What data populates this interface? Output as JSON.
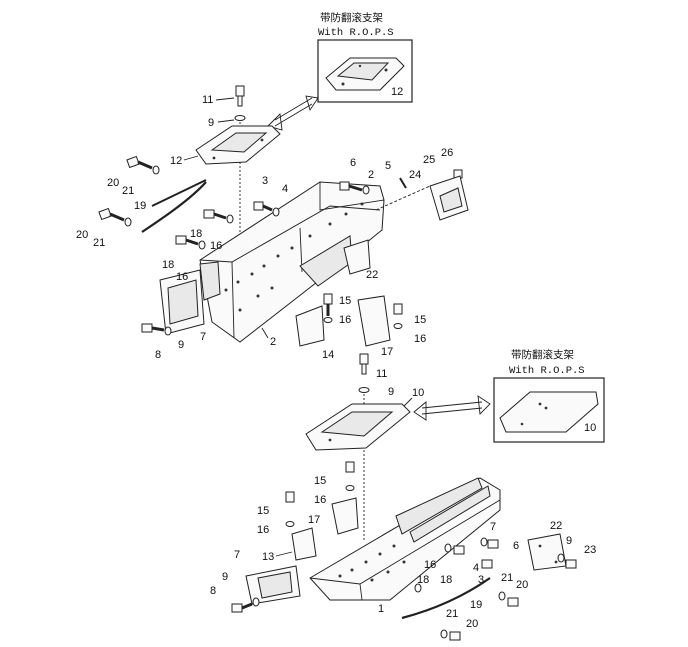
{
  "titles": {
    "rops_cn": "带防翻滚支架",
    "rops_en": "With R.O.P.S"
  },
  "callouts_top": [
    "11",
    "9",
    "12",
    "12",
    "6",
    "2",
    "5",
    "25",
    "26",
    "24",
    "3",
    "4",
    "20",
    "21",
    "19",
    "18",
    "16",
    "20",
    "21",
    "18",
    "16",
    "22",
    "15",
    "16",
    "15",
    "16",
    "8",
    "9",
    "7",
    "2",
    "14",
    "17"
  ],
  "callouts_bottom": [
    "11",
    "9",
    "10",
    "10",
    "15",
    "16",
    "15",
    "16",
    "17",
    "13",
    "7",
    "22",
    "9",
    "23",
    "7",
    "6",
    "16",
    "4",
    "18",
    "18",
    "3",
    "21",
    "20",
    "19",
    "9",
    "8",
    "1",
    "21",
    "20"
  ]
}
